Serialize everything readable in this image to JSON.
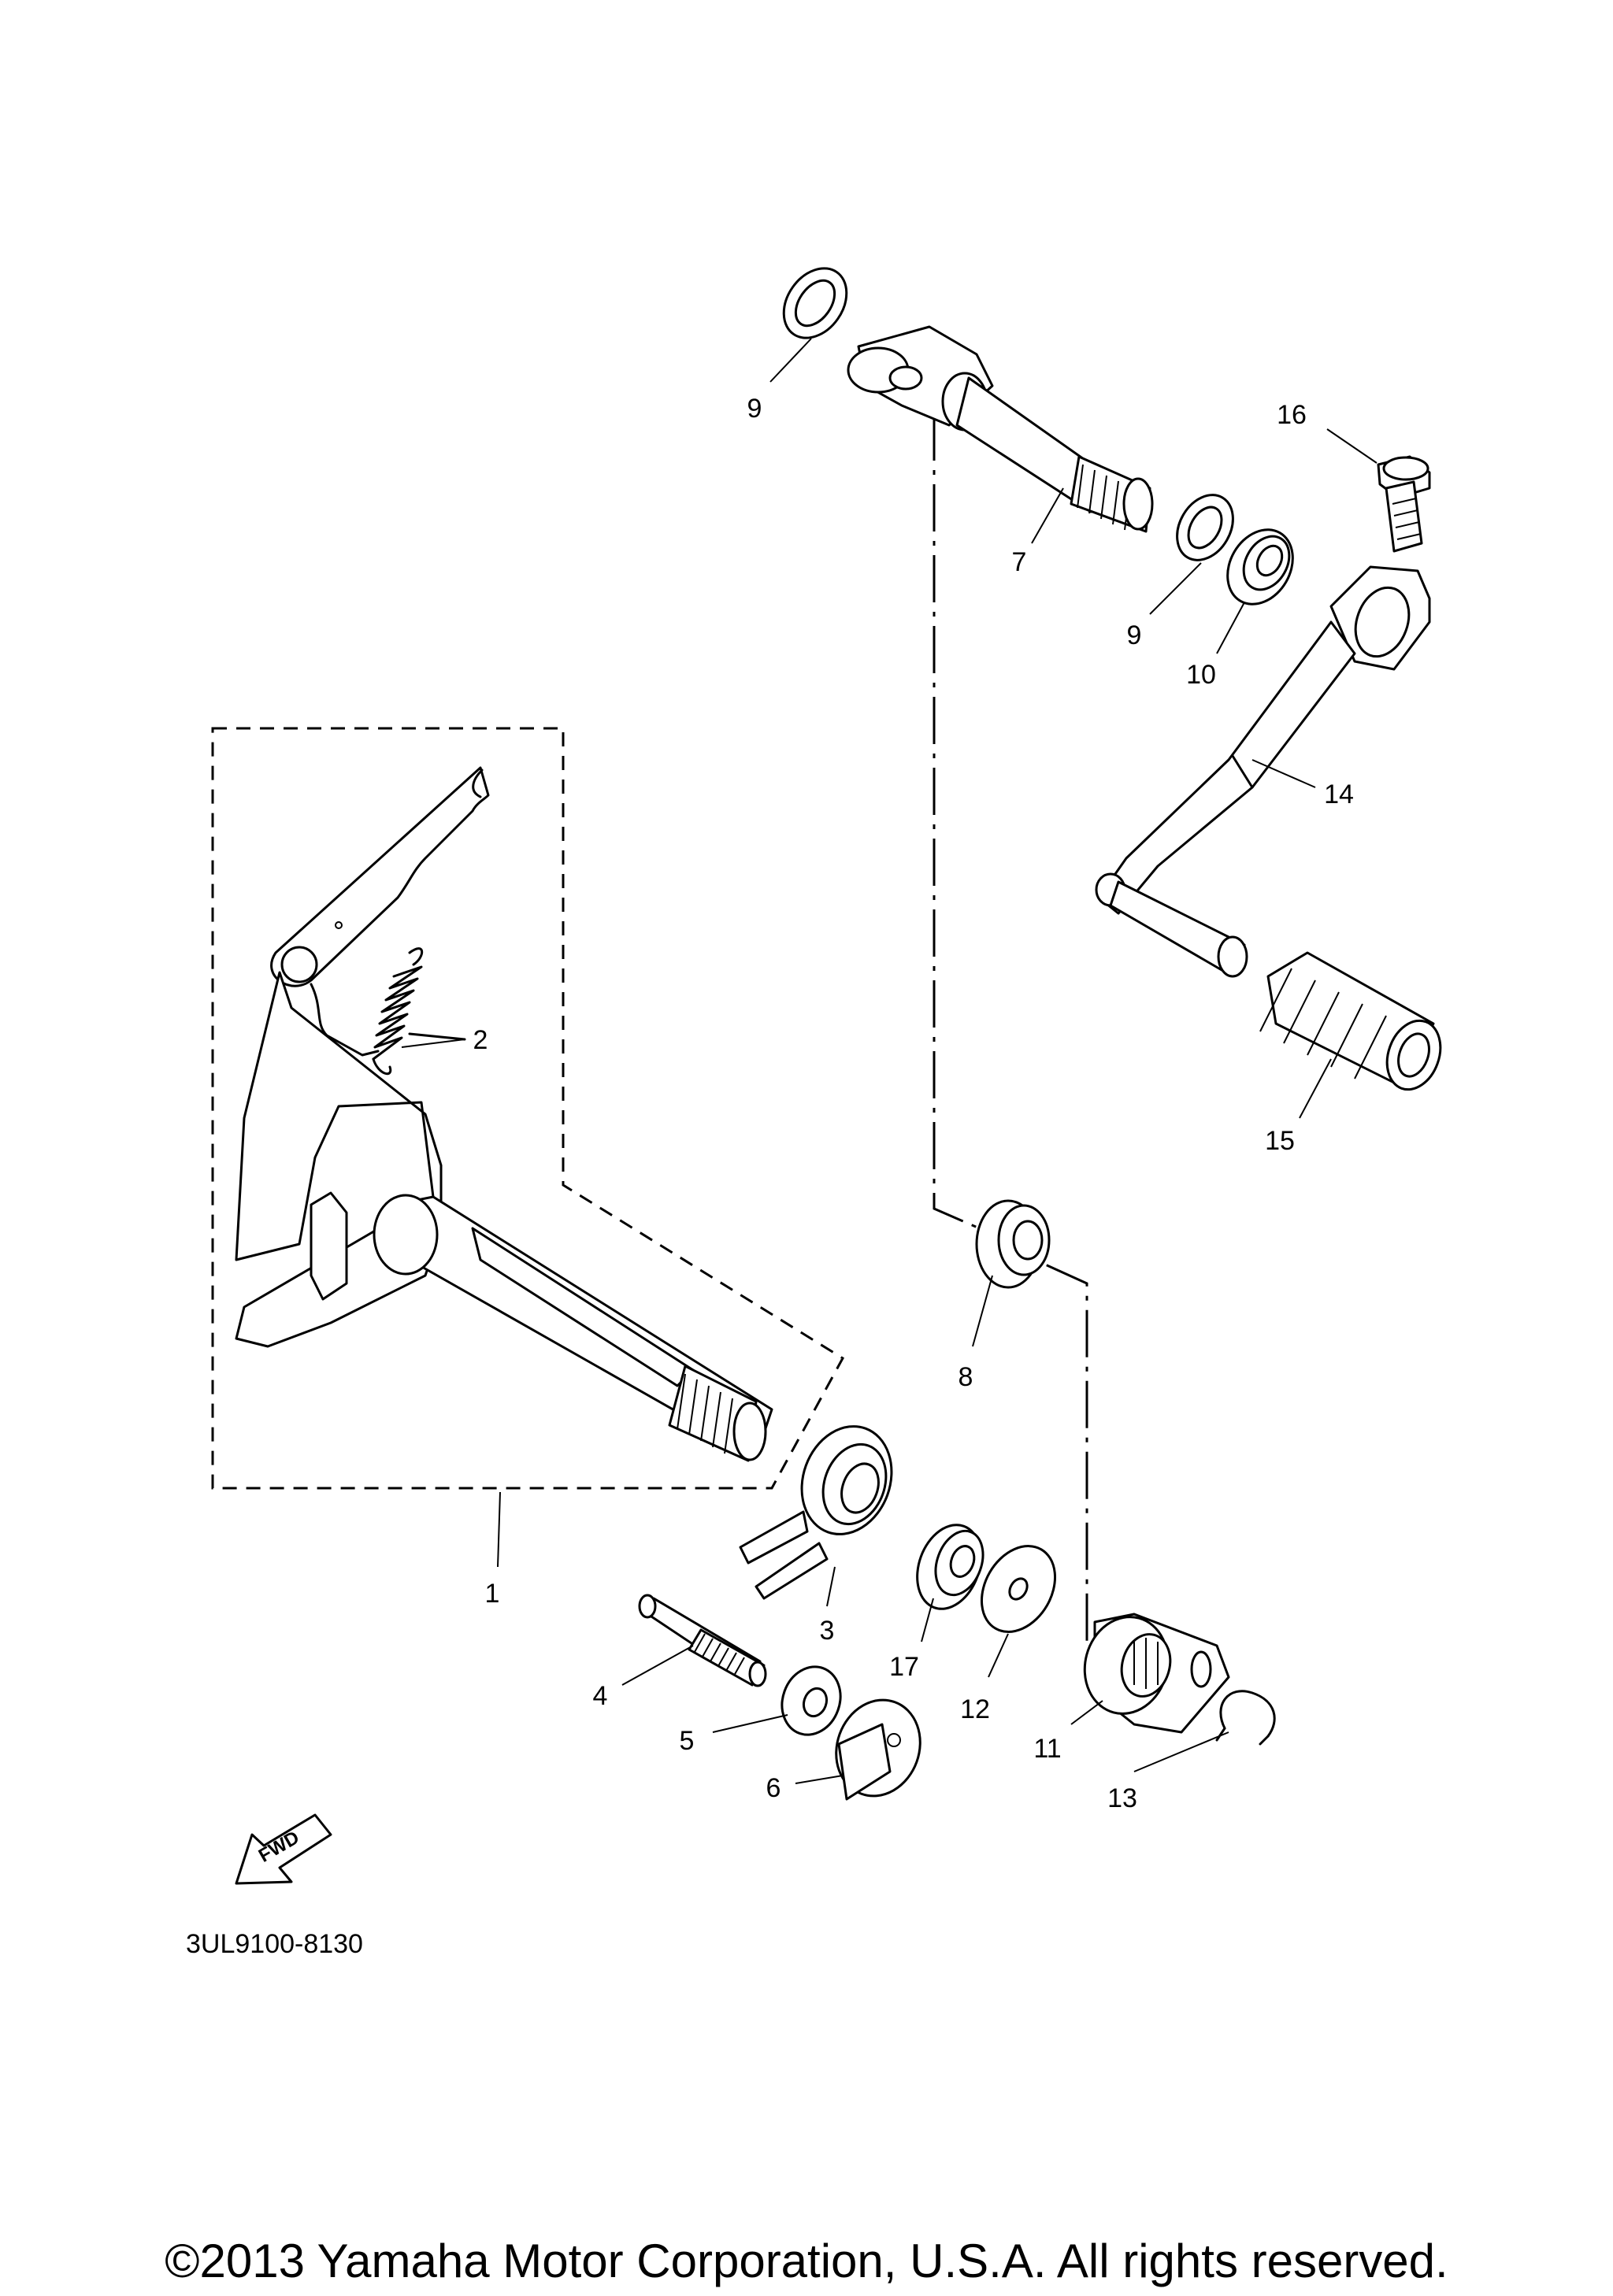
{
  "diagram": {
    "diagram_code": "3UL9100-8130",
    "copyright": "©2013 Yamaha Motor Corporation, U.S.A. All rights reserved.",
    "fwd_label": "FWD",
    "callouts": [
      {
        "id": "1",
        "label": "1"
      },
      {
        "id": "2",
        "label": "2"
      },
      {
        "id": "3",
        "label": "3"
      },
      {
        "id": "4",
        "label": "4"
      },
      {
        "id": "5",
        "label": "5"
      },
      {
        "id": "6",
        "label": "6"
      },
      {
        "id": "7",
        "label": "7"
      },
      {
        "id": "8",
        "label": "8"
      },
      {
        "id": "9a",
        "label": "9"
      },
      {
        "id": "9b",
        "label": "9"
      },
      {
        "id": "10",
        "label": "10"
      },
      {
        "id": "11",
        "label": "11"
      },
      {
        "id": "12",
        "label": "12"
      },
      {
        "id": "13",
        "label": "13"
      },
      {
        "id": "14",
        "label": "14"
      },
      {
        "id": "15",
        "label": "15"
      },
      {
        "id": "16",
        "label": "16"
      },
      {
        "id": "17",
        "label": "17"
      }
    ]
  }
}
